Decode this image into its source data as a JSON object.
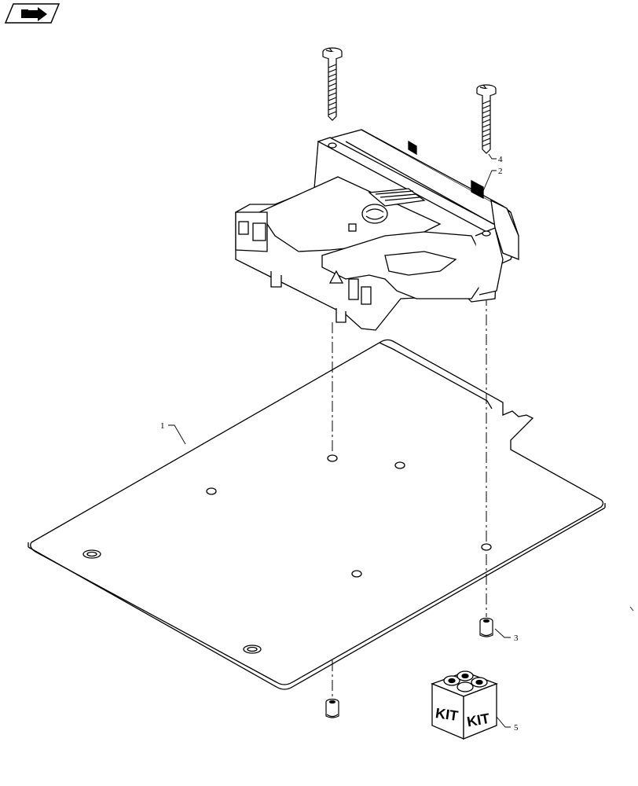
{
  "nav": {
    "icon": "next-page-arrow-icon"
  },
  "callouts": [
    {
      "id": "1",
      "label": "1"
    },
    {
      "id": "2",
      "label": "2"
    },
    {
      "id": "3",
      "label": "3"
    },
    {
      "id": "4",
      "label": "4"
    },
    {
      "id": "5",
      "label": "5"
    }
  ],
  "kit": {
    "front_label": "KIT",
    "side_label": "KIT"
  },
  "colors": {
    "line": "#000000",
    "background": "#ffffff"
  }
}
